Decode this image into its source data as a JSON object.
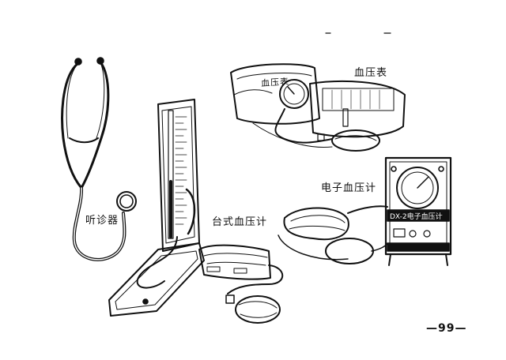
{
  "labels": {
    "stethoscope": "听诊器",
    "desk_sphygmomanometer": "台式血压计",
    "aneroid_sphygmomanometer": "血压表",
    "electronic_sphygmomanometer": "电子血压计"
  },
  "device_markings": {
    "aneroid_case_text": "血压表",
    "electronic_display": "DX-2电子血压计"
  },
  "page_number": "—99—",
  "colors": {
    "ink": "#111111",
    "paper": "#ffffff"
  }
}
